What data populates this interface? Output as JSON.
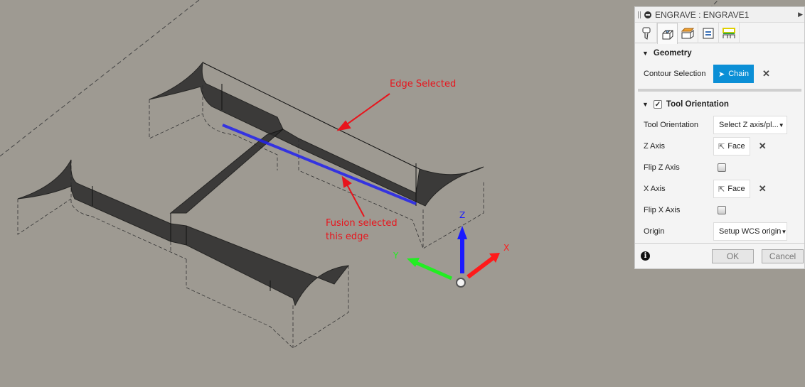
{
  "viewport": {
    "background": "#9e9a92",
    "annotations": {
      "edge_selected": "Edge Selected",
      "fusion_selected_line1": "Fusion selected",
      "fusion_selected_line2": "this edge"
    },
    "triad": {
      "x_label": "X",
      "y_label": "Y",
      "z_label": "Z",
      "x_color": "#ff1a1a",
      "y_color": "#22ee22",
      "z_color": "#1a1aff"
    },
    "selected_edge_color": "#2222ee",
    "annotation_color": "#e8141c"
  },
  "panel": {
    "title": "ENGRAVE : ENGRAVE1",
    "tabs": [
      {
        "icon": "tool-icon"
      },
      {
        "icon": "geometry-icon",
        "active": true
      },
      {
        "icon": "heights-icon"
      },
      {
        "icon": "passes-icon"
      },
      {
        "icon": "linking-icon"
      }
    ],
    "geometry": {
      "heading": "Geometry",
      "contour_selection_label": "Contour Selection",
      "chain_button": "Chain"
    },
    "tool_orientation": {
      "heading": "Tool Orientation",
      "enabled": true,
      "tool_orientation_label": "Tool Orientation",
      "tool_orientation_value": "Select Z axis/pl...",
      "z_axis_label": "Z Axis",
      "z_axis_value": "Face",
      "flip_z_label": "Flip Z Axis",
      "flip_z": false,
      "x_axis_label": "X Axis",
      "x_axis_value": "Face",
      "flip_x_label": "Flip X Axis",
      "flip_x": false,
      "origin_label": "Origin",
      "origin_value": "Setup WCS origin"
    },
    "footer": {
      "info": "i",
      "ok": "OK",
      "cancel": "Cancel"
    }
  }
}
